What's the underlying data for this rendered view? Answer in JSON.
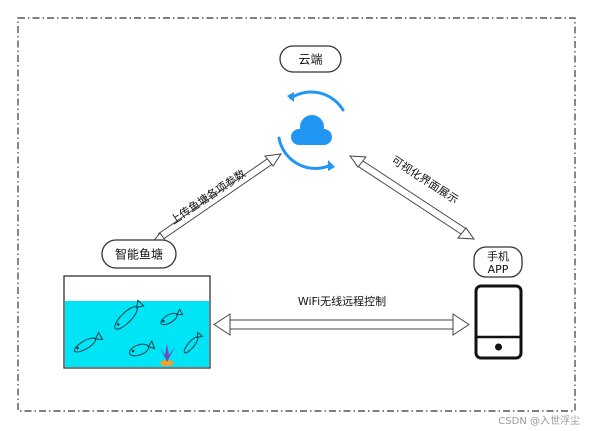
{
  "nodes": {
    "cloud": "云端",
    "pond": "智能鱼塘",
    "phone_line1": "手机",
    "phone_line2": "APP"
  },
  "links": {
    "pond_cloud": "上传鱼塘各项参数",
    "cloud_phone": "可视化界面展示",
    "pond_phone": "WiFi无线远程控制"
  },
  "watermark": "CSDN @入世浮尘",
  "colors": {
    "cloud_blue": "#2196f3",
    "water_cyan": "#00e5f5"
  },
  "icons": [
    "cloud-sync-icon",
    "fish-icon",
    "water-plant-icon",
    "smartphone-icon"
  ]
}
